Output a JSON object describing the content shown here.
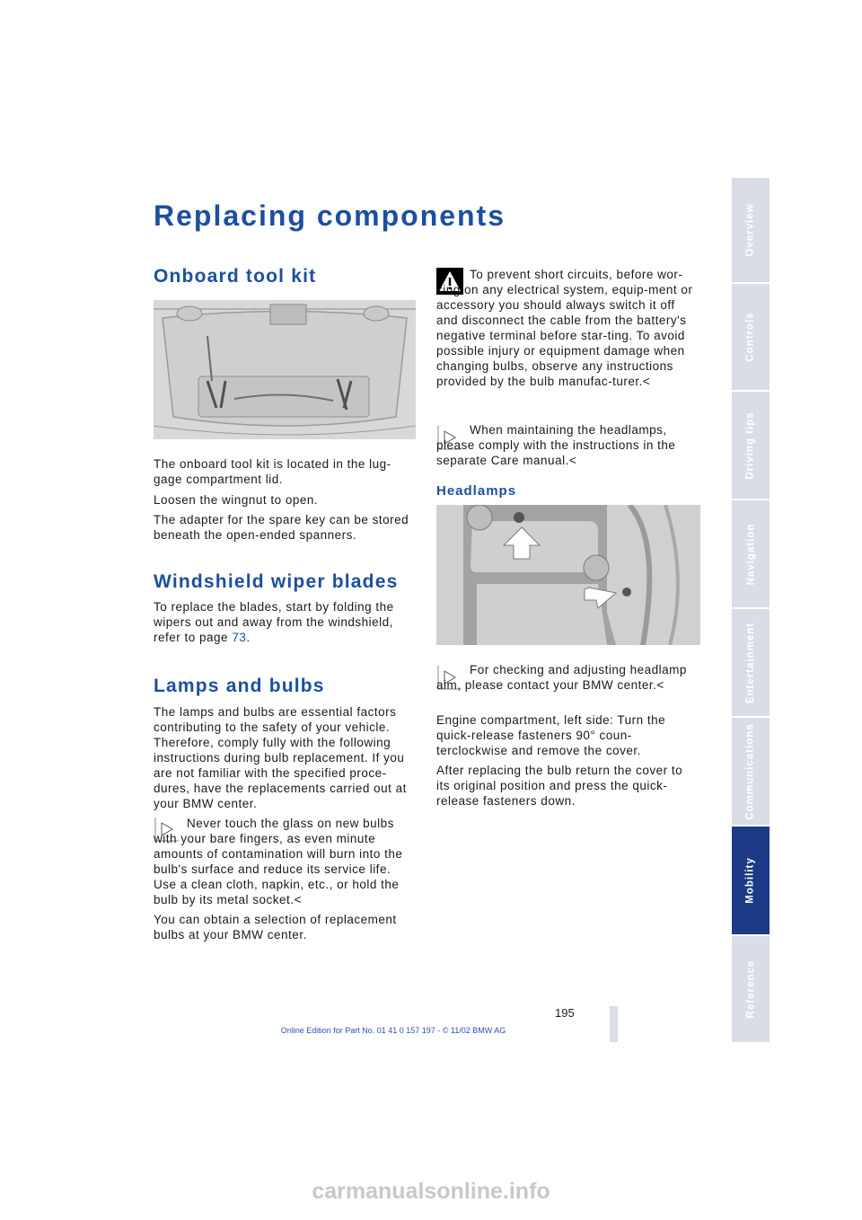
{
  "page": {
    "title": "Replacing components",
    "page_number": "195",
    "footer": "Online Edition for Part No. 01 41 0 157 197 - © 11/02 BMW AG",
    "watermark": "carmanualsonline.info"
  },
  "side_tabs": [
    {
      "label": "Overview",
      "active": false
    },
    {
      "label": "Controls",
      "active": false
    },
    {
      "label": "Driving tips",
      "active": false
    },
    {
      "label": "Navigation",
      "active": false
    },
    {
      "label": "Entertainment",
      "active": false
    },
    {
      "label": "Communications",
      "active": false
    },
    {
      "label": "Mobility",
      "active": true
    },
    {
      "label": "Reference",
      "active": false
    }
  ],
  "left": {
    "tool_kit": {
      "heading": "Onboard tool kit",
      "p1": "The onboard tool kit is located in the lug-gage compartment lid.",
      "p2": "Loosen the wingnut to open.",
      "p3": "The adapter for the spare key can be stored beneath the open-ended spanners."
    },
    "wipers": {
      "heading": "Windshield wiper blades",
      "p1_text": "To replace the blades, start by folding the wipers out and away from the windshield, refer to page ",
      "p1_link": "73",
      "p1_end": "."
    },
    "lamps": {
      "heading": "Lamps and bulbs",
      "p1": "The lamps and bulbs are essential factors contributing to the safety of your vehicle. Therefore, comply fully with the following instructions during bulb replacement. If you are not familiar with the specified proce-dures, have the replacements carried out at your BMW center.",
      "note": "Never touch the glass on new bulbs with your bare fingers, as even minute amounts of contamination will burn into the bulb's surface and reduce its service life. Use a clean cloth, napkin, etc., or hold the bulb by its metal socket.<",
      "p2": "You can obtain a selection of replacement bulbs at your BMW center."
    }
  },
  "right": {
    "warning": "To prevent short circuits, before wor-king on any electrical system, equip-ment or accessory you should always switch it off and disconnect the cable from the battery's negative terminal before star-ting. To avoid possible injury or equipment damage when changing bulbs, observe any instructions provided by the bulb manufac-turer.<",
    "note1": "When maintaining the headlamps, please comply with the instructions in the separate Care manual.<",
    "headlamps": {
      "heading": "Headlamps",
      "note": "For checking and adjusting headlamp aim, please contact your BMW center.<",
      "p1": "Engine compartment, left side: Turn the quick-release fasteners 90° coun-terclockwise and remove the cover.",
      "p2": "After replacing the bulb return the cover to its original position and press the quick-release fasteners down."
    }
  }
}
